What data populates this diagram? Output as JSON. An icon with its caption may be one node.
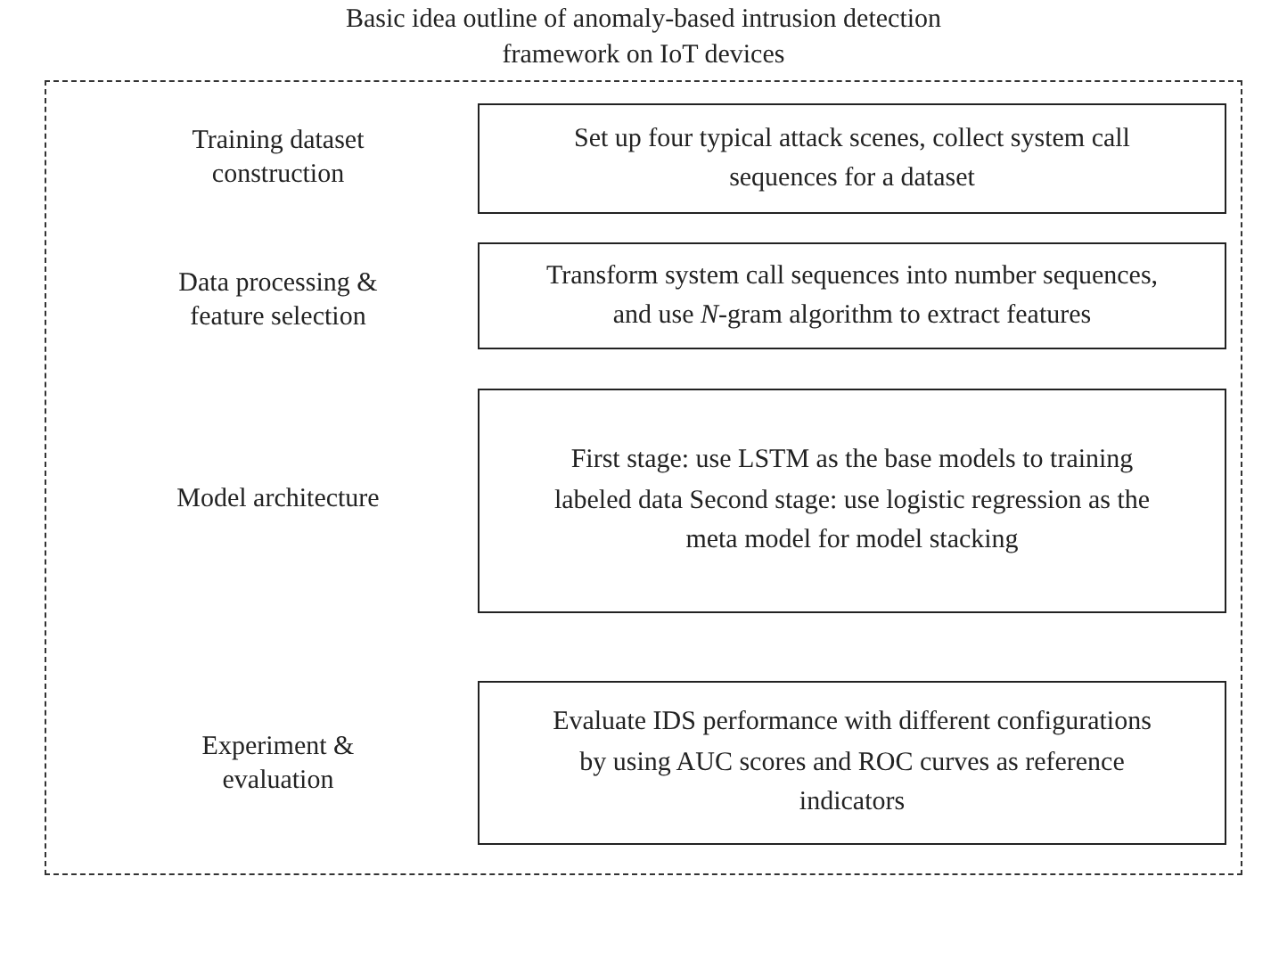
{
  "diagram": {
    "title": "Basic idea outline of anomaly-based intrusion detection framework on IoT devices",
    "nodes": [
      {
        "text": [],
        "shape": "box"
      },
      {
        "text": [
          "Set up four typical attack scenes, collect system call sequences for a dataset"
        ],
        "in": 0
      },
      {
        "text": [
          "Transform system call sequences into number sequences, and use *N*-gram algorithm to extract features"
        ],
        "in": 0
      },
      {
        "text": [
          "First stage: use LSTM as the base models to training labeled data Second stage: use logistic regression as the meta model for model stacking"
        ],
        "in": 0
      },
      {
        "text": [
          "Evaluate IDS performance with different configurations by using AUC scores and ROC curves as reference indicators"
        ],
        "in": 0
      }
    ],
    "edges": [],
    "labels": [
      "Training dataset construction",
      "Data processing & feature selection",
      "Model architecture",
      "Experiment & evaluation"
    ]
  }
}
